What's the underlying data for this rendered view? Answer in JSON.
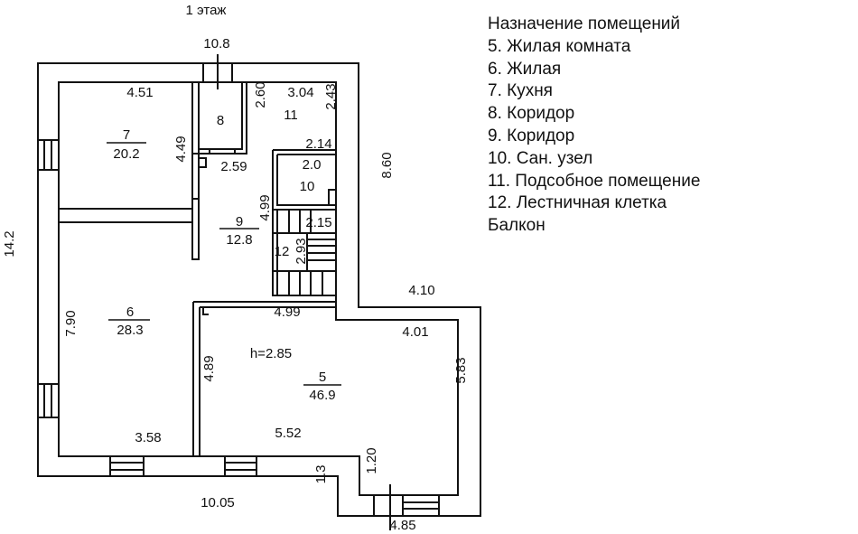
{
  "floor_title": "1 этаж",
  "legend": {
    "title": "Назначение помещений",
    "items": [
      "5. Жилая комната",
      "6. Жилая",
      "7. Кухня",
      "8. Коридор",
      "9. Коридор",
      "10. Сан. узел",
      "11. Подсобное помещение",
      "12. Лестничная клетка",
      "Балкон"
    ]
  },
  "rooms": {
    "r5": {
      "number": "5",
      "area": "46.9"
    },
    "r6": {
      "number": "6",
      "area": "28.3"
    },
    "r7": {
      "number": "7",
      "area": "20.2"
    },
    "r8": {
      "number": "8"
    },
    "r9": {
      "number": "9",
      "area": "12.8"
    },
    "r10": {
      "number": "10"
    },
    "r11": {
      "number": "11"
    },
    "r12": {
      "number": "12"
    }
  },
  "height_label": "h=2.85",
  "dimensions": {
    "top": "10.8",
    "left": "14.2",
    "right": "8.60",
    "bottom": "10.05",
    "bottom_right": "4.85",
    "d451": "4.51",
    "d449": "4.49",
    "d260": "2.60",
    "d304": "3.04",
    "d243": "2.43",
    "d214": "2.14",
    "d20": "2.0",
    "d259": "2.59",
    "d499a": "4.99",
    "d215": "2.15",
    "d293": "2.93",
    "d410": "4.10",
    "d499b": "4.99",
    "d401": "4.01",
    "d790": "7.90",
    "d489": "4.89",
    "d583": "5.83",
    "d358": "3.58",
    "d552": "5.52",
    "d120": "1.20",
    "d13": "1.3"
  }
}
